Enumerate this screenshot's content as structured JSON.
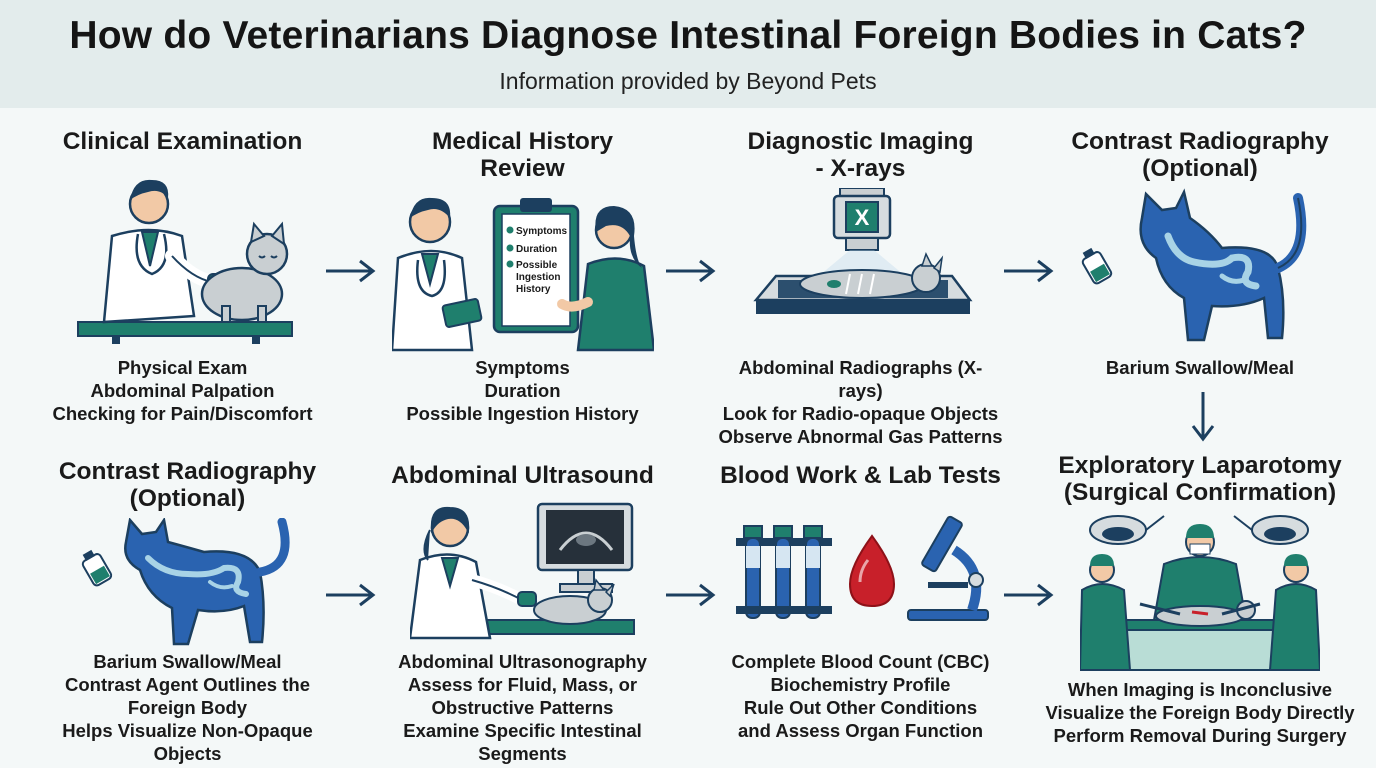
{
  "header": {
    "title": "How do Veterinarians Diagnose Intestinal Foreign Bodies in Cats?",
    "subtitle": "Information provided by Beyond Pets"
  },
  "steps": [
    {
      "title": [
        "Clinical Examination"
      ],
      "description": [
        "Physical Exam",
        "Abdominal Palpation",
        "Checking for Pain/Discomfort"
      ]
    },
    {
      "title": [
        "Medical History",
        "Review"
      ],
      "clipboard_items": [
        "Symptoms",
        "Duration",
        "Possible",
        "Ingestion",
        "History"
      ],
      "description": [
        "Symptoms",
        "Duration",
        "Possible Ingestion History"
      ]
    },
    {
      "title": [
        "Diagnostic Imaging",
        "- X-rays"
      ],
      "xray_label": "X",
      "description": [
        "Abdominal Radiographs (X-rays)",
        "Look for Radio-opaque Objects",
        "Observe Abnormal Gas Patterns"
      ]
    },
    {
      "title": [
        "Contrast Radiography",
        "(Optional)"
      ],
      "description": [
        "Barium Swallow/Meal"
      ]
    },
    {
      "title": [
        "Contrast Radiography",
        "(Optional)"
      ],
      "description": [
        "Barium Swallow/Meal",
        "Contrast Agent Outlines the",
        "Foreign Body",
        "Helps Visualize Non-Opaque",
        "Objects"
      ]
    },
    {
      "title": [
        "Abdominal Ultrasound"
      ],
      "description": [
        "Abdominal Ultrasonography",
        "Assess for Fluid, Mass, or",
        "Obstructive Patterns",
        "Examine Specific Intestinal",
        "Segments"
      ]
    },
    {
      "title": [
        "Blood Work & Lab Tests"
      ],
      "description": [
        "Complete Blood Count (CBC)",
        "Biochemistry Profile",
        "Rule Out Other Conditions",
        "and Assess Organ Function"
      ]
    },
    {
      "title": [
        "Exploratory Laparotomy",
        "(Surgical Confirmation)"
      ],
      "description": [
        "When Imaging is Inconclusive",
        "Visualize the Foreign Body Directly",
        "Perform Removal During Surgery"
      ]
    }
  ],
  "colors": {
    "header_bg": "#e3ecec",
    "page_bg": "#f4f8f8",
    "teal": "#1f7f6d",
    "navy": "#1c3f5f",
    "cat_blue": "#2a63b0",
    "blood_red": "#c8202a"
  },
  "icons": [
    "vet-cat-exam-illustration",
    "history-review-illustration",
    "xray-machine-illustration",
    "contrast-cat-illustration",
    "ultrasound-illustration",
    "lab-tests-illustration",
    "surgery-illustration",
    "arrow-right-icon",
    "arrow-down-icon"
  ]
}
